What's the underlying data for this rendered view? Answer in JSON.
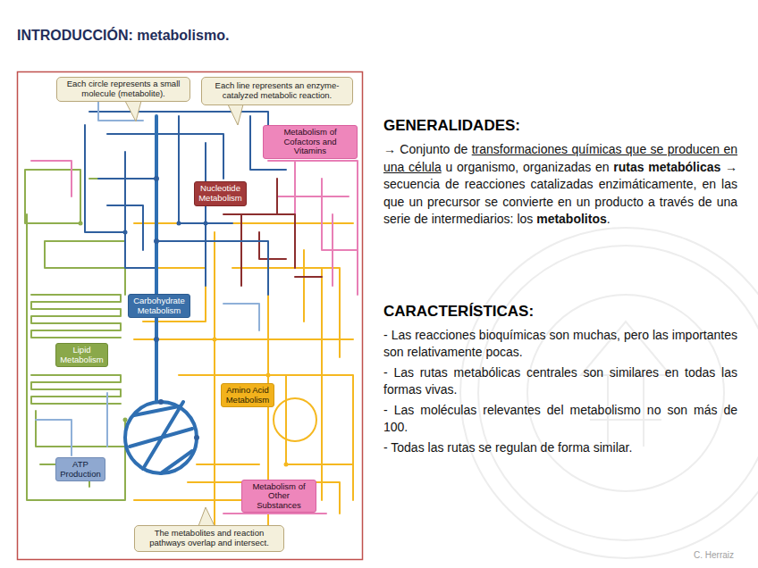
{
  "diagram": {
    "title": "INTRODUCCIÓN: metabolismo.",
    "nodes": [
      {
        "text": [
          "Each circle represents a small molecule (metabolite)."
        ]
      },
      {
        "text": [
          "Each line represents an enzyme-catalyzed metabolic reaction."
        ]
      },
      {
        "text": [
          "Metabolism of Cofactors and Vitamins"
        ]
      },
      {
        "text": [
          "Nucleotide Metabolism"
        ]
      },
      {
        "text": [
          "Carbohydrate Metabolism"
        ]
      },
      {
        "text": [
          "Lipid Metabolism"
        ]
      },
      {
        "text": [
          "Amino Acid Metabolism"
        ]
      },
      {
        "text": [
          "ATP Production"
        ]
      },
      {
        "text": [
          "Metabolism of Other Substances"
        ]
      },
      {
        "text": [
          "The metabolites and reaction pathways overlap and intersect."
        ]
      }
    ],
    "labels": [
      "GENERALIDADES:",
      "→ Conjunto de",
      "transformaciones químicas que se producen en una célula",
      "u organismo, organizadas en",
      "rutas metabólicas",
      "→ secuencia de reacciones catalizadas enzimáticamente, en las que un precursor se convierte en un producto a través de una serie de intermediarios: los",
      "metabolitos",
      ".",
      "CARACTERÍSTICAS:",
      "- Las reacciones bioquímicas son muchas, pero las importantes son relativamente pocas.",
      "- Las rutas metabólicas centrales son similares en todas las formas vivas.",
      "- Las moléculas relevantes del metabolismo no son más de 100.",
      "- Todas las rutas se regulan de forma similar.",
      "C. Herraiz"
    ]
  }
}
